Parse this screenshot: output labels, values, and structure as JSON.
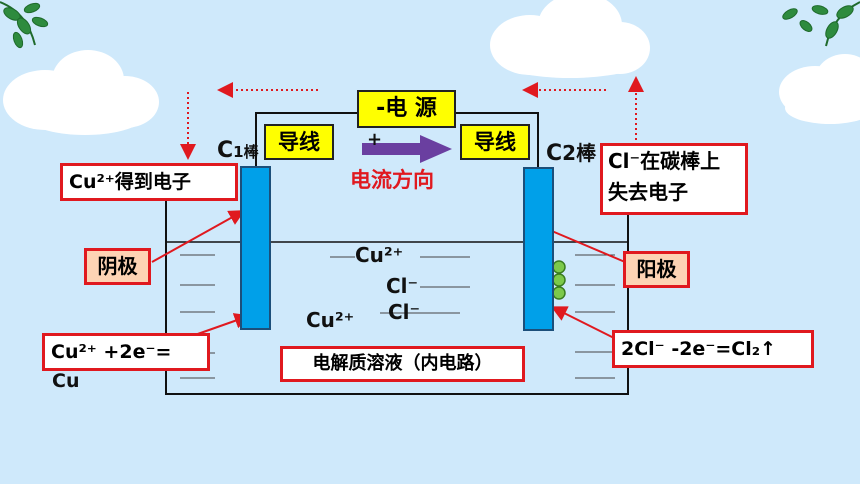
{
  "diagram": {
    "power_source": "-电 源",
    "plus_sign": "+",
    "wire_left": "导线",
    "wire_right": "导线",
    "current_direction": "电流方向",
    "rod_c1": {
      "main": "C",
      "sub": "1棒"
    },
    "rod_c2": {
      "main": "C",
      "sub": "2棒"
    },
    "cathode_note": "Cu²⁺得到电子",
    "anode_note_line1": "Cl⁻在碳棒上",
    "anode_note_line2": "失去电子",
    "cathode_label": "阴极",
    "anode_label": "阳极",
    "cathode_equation_line1": "Cu²⁺ +2e⁻=",
    "cathode_equation_line2": "Cu",
    "anode_equation": "2Cl⁻ -2e⁻=Cl₂↑",
    "electrolyte": "电解质溶液（内电路）",
    "ion_cu_top": "Cu²⁺",
    "ion_cl_1": "Cl⁻",
    "ion_cl_2": "Cl⁻",
    "ion_cu_bottom": "Cu²⁺"
  },
  "colors": {
    "background": "#cfe9fb",
    "electrode": "#00a0e9",
    "border_red": "#e0191f",
    "label_yellow": "#ffff00",
    "label_peach": "#fdd3b4",
    "arrow_purple": "#6a3fa0",
    "current_text": "#e0191f"
  },
  "icons": [
    "cloud-icon",
    "leaf-branch-icon",
    "gas-bubble-icon",
    "current-arrow-icon"
  ]
}
